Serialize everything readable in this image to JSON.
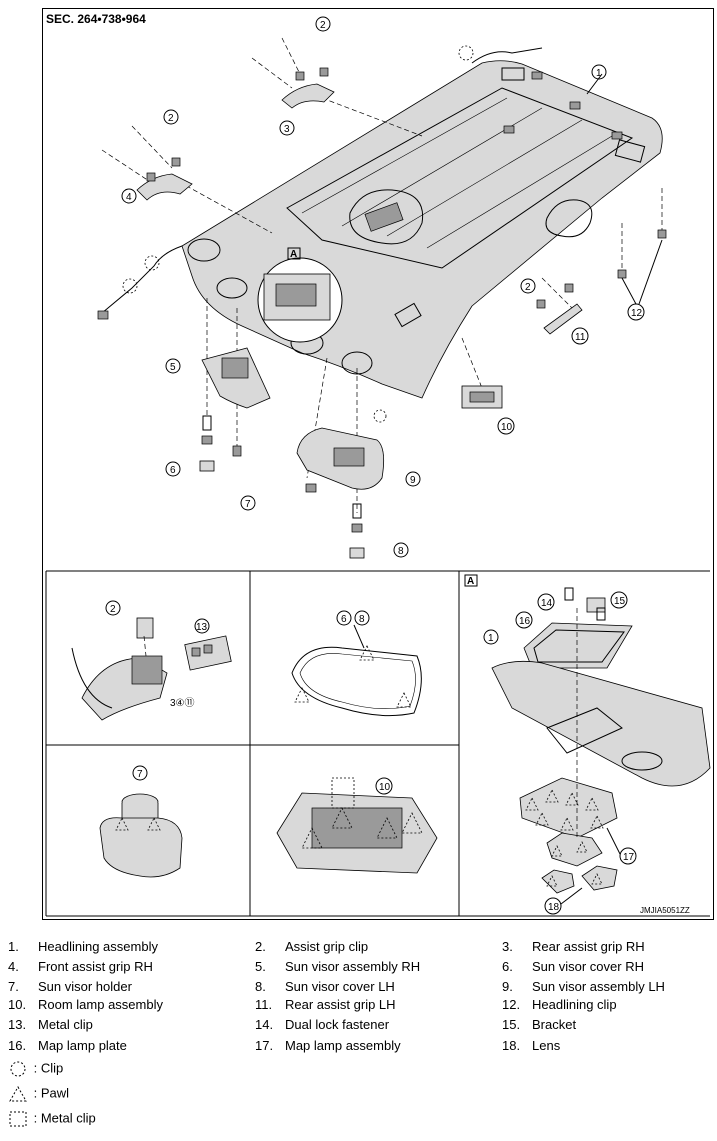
{
  "figure": {
    "section_code": "SEC. 264•738•964",
    "detail_label": "A",
    "image_code": "JMJIA5051ZZ",
    "detail_callouts": {
      "clip_group": "3④⑪"
    }
  },
  "legend_items": [
    {
      "num": "1.",
      "text": "Headlining assembly"
    },
    {
      "num": "2.",
      "text": "Assist grip clip"
    },
    {
      "num": "3.",
      "text": "Rear assist grip RH"
    },
    {
      "num": "4.",
      "text": "Front assist grip RH"
    },
    {
      "num": "5.",
      "text": "Sun visor assembly RH"
    },
    {
      "num": "6.",
      "text": "Sun visor cover RH"
    },
    {
      "num": "7.",
      "text": "Sun visor holder"
    },
    {
      "num": "8.",
      "text": "Sun visor cover LH"
    },
    {
      "num": "9.",
      "text": "Sun visor assembly LH"
    },
    {
      "num": "10.",
      "text": "Room lamp assembly"
    },
    {
      "num": "11.",
      "text": "Rear assist grip LH"
    },
    {
      "num": "12.",
      "text": "Headlining clip"
    },
    {
      "num": "13.",
      "text": "Metal clip"
    },
    {
      "num": "14.",
      "text": "Dual lock fastener"
    },
    {
      "num": "15.",
      "text": "Bracket"
    },
    {
      "num": "16.",
      "text": "Map lamp plate"
    },
    {
      "num": "17.",
      "text": "Map lamp assembly"
    },
    {
      "num": "18.",
      "text": "Lens"
    }
  ],
  "symbols": [
    {
      "icon": "clip-symbol-icon",
      "text": ": Clip"
    },
    {
      "icon": "pawl-symbol-icon",
      "text": ": Pawl"
    },
    {
      "icon": "metal-clip-symbol-icon",
      "text": ": Metal clip"
    }
  ]
}
